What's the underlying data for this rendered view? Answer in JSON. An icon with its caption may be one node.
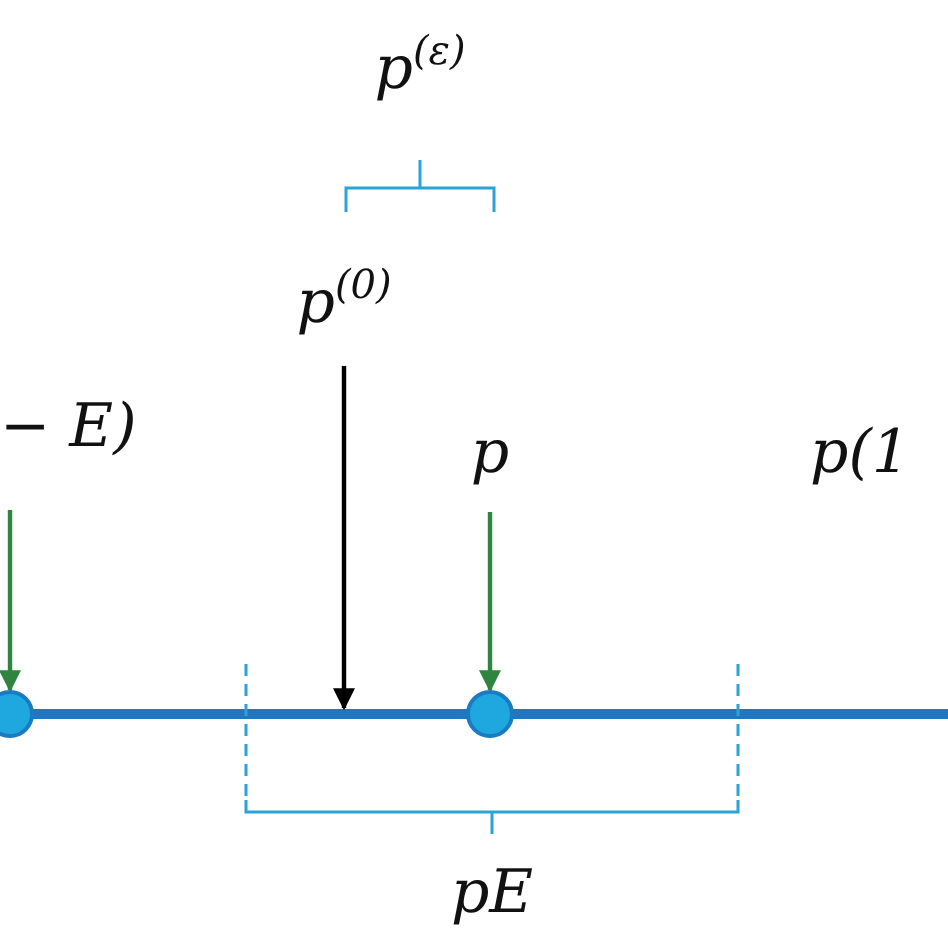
{
  "diagram": {
    "nodes": [
      {
        "text": [
          "− E)"
        ]
      },
      {
        "text": [],
        "shape": "circle"
      },
      {
        "text": [
          "p$^{(0)}$"
        ]
      },
      {
        "text": [
          "p"
        ]
      },
      {
        "text": [],
        "shape": "circle"
      }
    ],
    "edges": [
      {
        "from": 0,
        "to": 1,
        "arrow": "to"
      },
      {
        "from": 2,
        "to": null,
        "arrow": "to",
        "color": "#000000"
      },
      {
        "from": 3,
        "to": 4,
        "arrow": "to"
      }
    ],
    "labels": [
      "p$^{(ε)}$",
      "p(1",
      "pE"
    ]
  }
}
